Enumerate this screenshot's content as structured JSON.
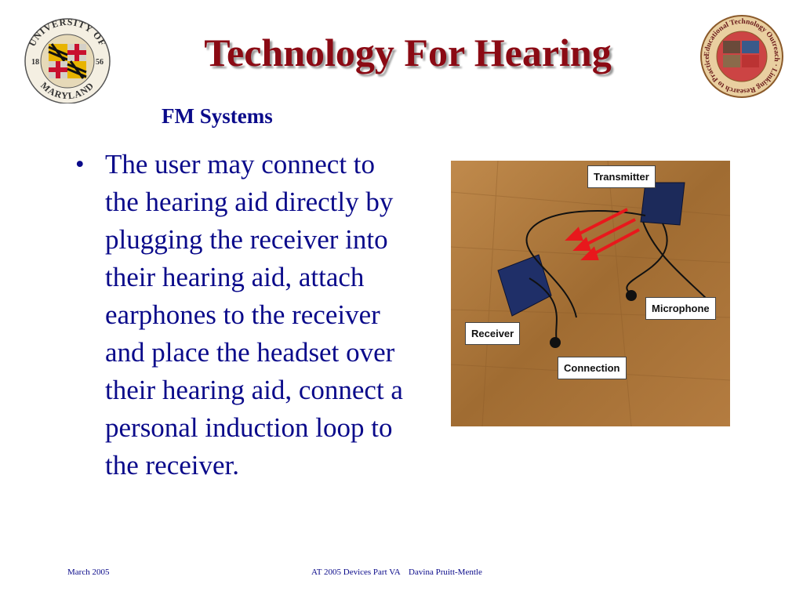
{
  "slide": {
    "title": "Technology For Hearing",
    "subtitle": "FM Systems",
    "bullet": "The user may connect to the hearing aid directly by plugging the receiver into their hearing aid, attach earphones to the receiver and place the headset over their hearing aid, connect a personal induction loop to the receiver."
  },
  "logos": {
    "left": {
      "top_text": "UNIVERSITY OF",
      "bottom_text": "MARYLAND",
      "year_left": "18",
      "year_right": "56"
    },
    "right": {
      "ring_text": "Educational Technology Outreach · Linking Research to Practice"
    }
  },
  "photo": {
    "labels": {
      "transmitter": "Transmitter",
      "microphone": "Microphone",
      "receiver": "Receiver",
      "connection": "Connection"
    }
  },
  "footer": {
    "date": "March 2005",
    "center": "AT 2005 Devices Part VA    Davina Pruitt-Mentle"
  },
  "colors": {
    "title": "#8b0a14",
    "text": "#0a0a8a",
    "wood": "#b07a3c"
  }
}
